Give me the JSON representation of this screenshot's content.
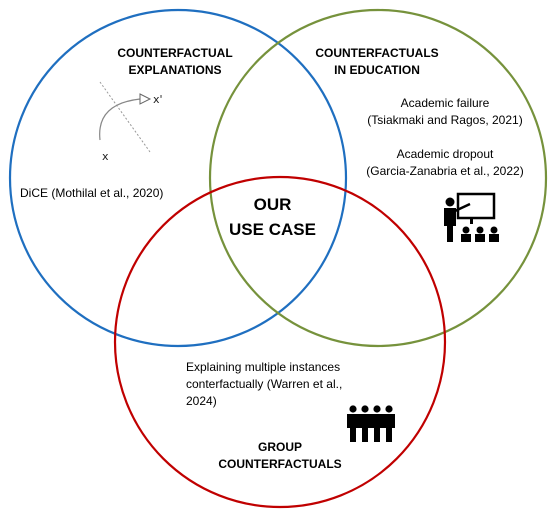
{
  "circles": {
    "explanations": {
      "heading": "COUNTERFACTUAL\nEXPLANATIONS",
      "ref": "DiCE (Mothilal et al., 2020)",
      "color": "#1f6fc0"
    },
    "education": {
      "heading": "COUNTERFACTUALS\nIN EDUCATION",
      "item1": "Academic failure\n(Tsiakmaki and Ragos, 2021)",
      "item2": "Academic dropout\n(Garcia-Zanabria et al., 2022)",
      "color": "#76923c"
    },
    "group": {
      "heading": "GROUP\nCOUNTERFACTUALS",
      "ref": "Explaining multiple instances\nconterfactually (Warren et al.,\n2024)",
      "color": "#c00000"
    }
  },
  "center": "OUR\nUSE CASE",
  "sketch": {
    "x_label": "x",
    "x_prime_label": "x'"
  },
  "icons": [
    "teacher-classroom-icon",
    "group-people-icon"
  ]
}
